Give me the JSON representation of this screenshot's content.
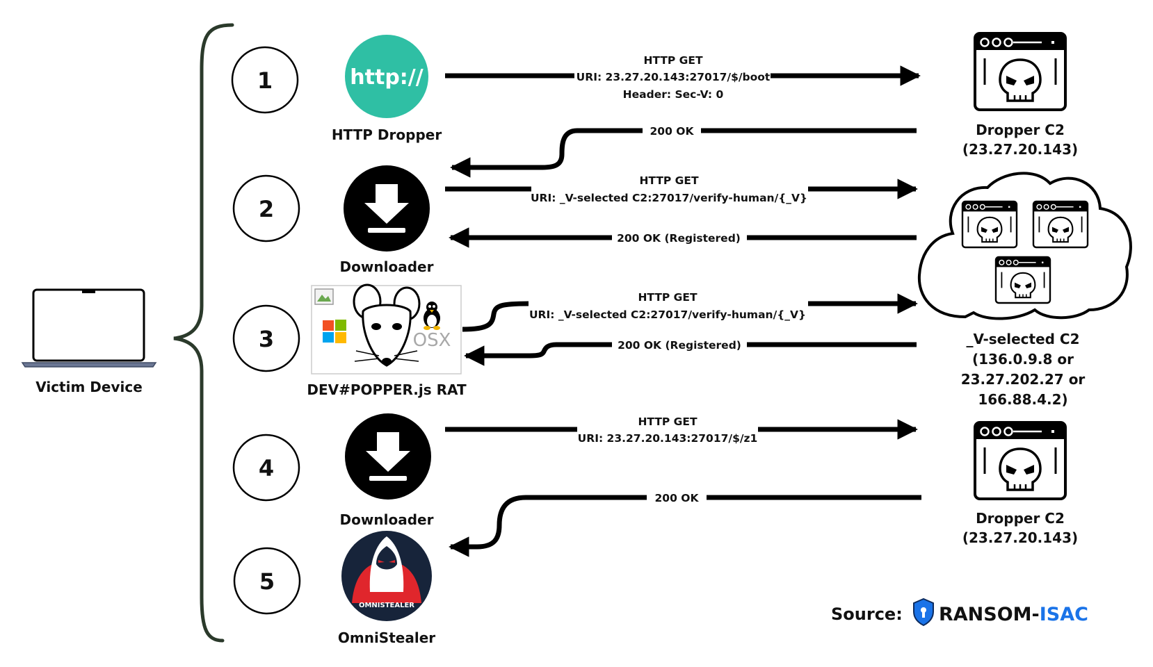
{
  "victim": {
    "label": "Victim Device"
  },
  "steps": [
    {
      "number": "1",
      "label": "HTTP Dropper",
      "icon": "http-icon",
      "icon_text": "http://"
    },
    {
      "number": "2",
      "label": "Downloader",
      "icon": "download-icon"
    },
    {
      "number": "3",
      "label": "DEV#POPPER.js RAT",
      "icon": "rat-mascot-icon",
      "icon_text": "OSX"
    },
    {
      "number": "4",
      "label": "Downloader",
      "icon": "download-icon"
    },
    {
      "number": "5",
      "label": "OmniStealer",
      "icon": "omnistealer-logo",
      "icon_text": "OMNISTEALER"
    }
  ],
  "arrows": {
    "a1_request": [
      "HTTP GET",
      "URI: 23.27.20.143:27017/$/boot",
      "Header: Sec-V: 0"
    ],
    "a1_response": "200 OK",
    "a2_request": [
      "HTTP GET",
      "URI: _V-selected C2:27017/verify-human/{_V}"
    ],
    "a2_response": "200 OK (Registered)",
    "a3_request": [
      "HTTP GET",
      "URI: _V-selected C2:27017/verify-human/{_V}"
    ],
    "a3_response": "200 OK (Registered)",
    "a4_request": [
      "HTTP GET",
      "URI: 23.27.20.143:27017/$/z1"
    ],
    "a4_response": "200 OK"
  },
  "servers": {
    "dropper_top": {
      "title": "Dropper C2",
      "ip": "(23.27.20.143)"
    },
    "cloud": {
      "title": "_V-selected C2",
      "lines": [
        "(136.0.9.8 or",
        "23.27.202.27 or",
        "166.88.4.2)"
      ]
    },
    "dropper_bottom": {
      "title": "Dropper C2",
      "ip": "(23.27.20.143)"
    }
  },
  "source": {
    "prefix": "Source:",
    "brand_part1": "RANSOM-",
    "brand_part2": "ISAC"
  },
  "colors": {
    "http_teal": "#2fbfa4",
    "brand_blue": "#1a73e8",
    "brace_green": "#2b3a2b",
    "omni_navy": "#17243a",
    "omni_red": "#e0262c"
  }
}
